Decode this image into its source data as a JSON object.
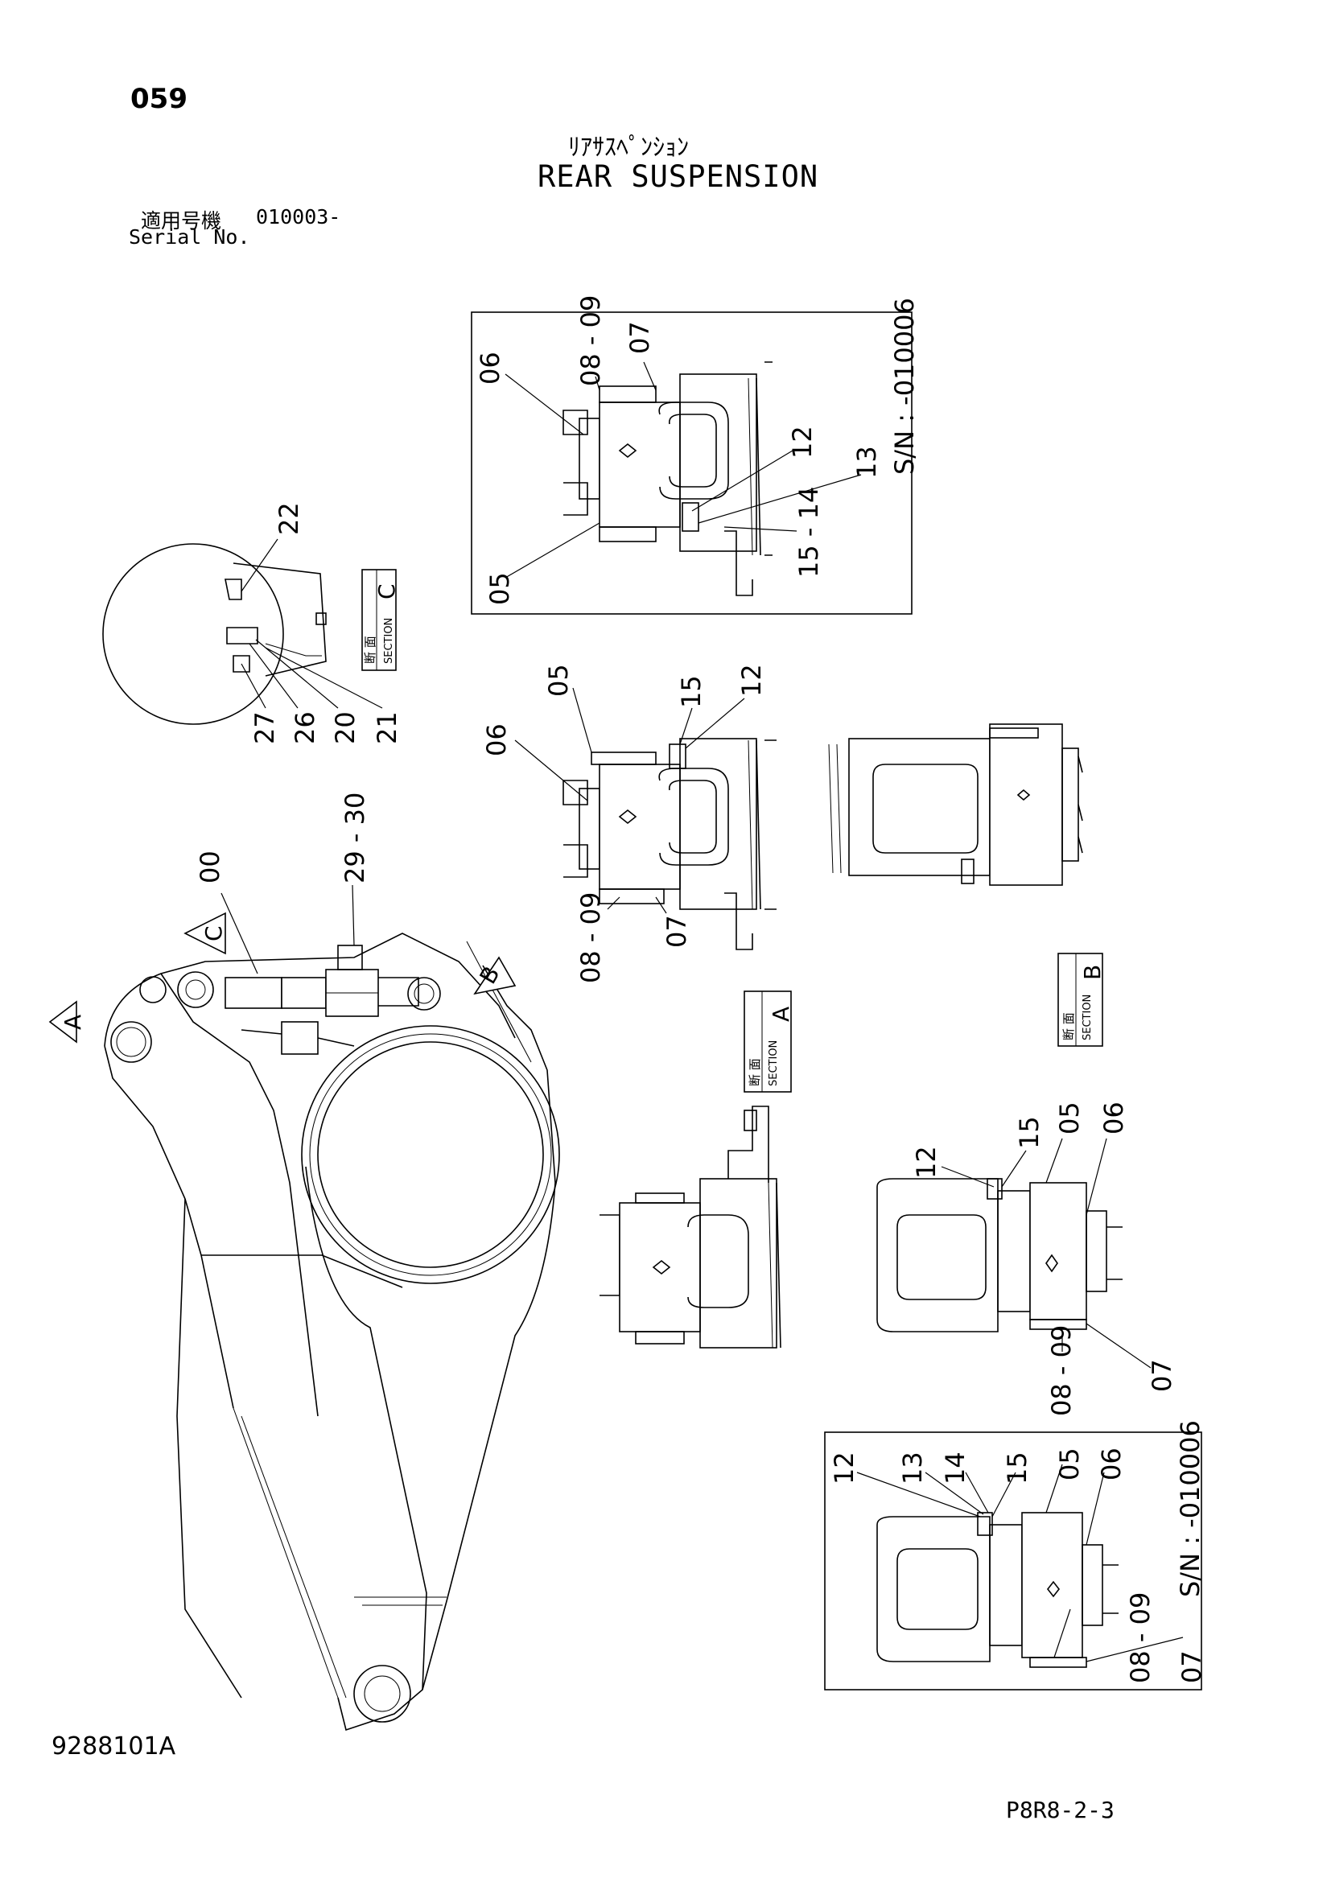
{
  "header": {
    "page_number": "059",
    "title_jp": "ﾘｱｻｽﾍﾟﾝｼｮﾝ",
    "title_en": "REAR SUSPENSION",
    "serial_label_jp": "適用号機",
    "serial_value": "010003-",
    "serial_label_en": "Serial No."
  },
  "footer": {
    "doc_code": "9288101A",
    "sheet_code": "P8R8-2-3"
  },
  "section_boxes": {
    "c": {
      "kanji": "断 面",
      "word": "SECTION",
      "letter": "C"
    },
    "a": {
      "kanji": "断 面",
      "word": "SECTION",
      "letter": "A"
    },
    "b": {
      "kanji": "断 面",
      "word": "SECTION",
      "letter": "B"
    }
  },
  "view_arrows": {
    "a": "A",
    "b": "B",
    "c": "C"
  },
  "inset_top": {
    "serial_note": "S/N : -010006",
    "labels": {
      "p06": "06",
      "p08_09": "08 - 09",
      "p07": "07",
      "p12": "12",
      "p13": "13",
      "p15_14": "15 - 14",
      "p05": "05"
    }
  },
  "inset_bottom": {
    "serial_note": "S/N : -010006",
    "labels": {
      "p12": "12",
      "p13": "13",
      "p14": "14",
      "p15": "15",
      "p05": "05",
      "p06": "06",
      "p08_09": "08 - 09",
      "p07": "07"
    }
  },
  "section_c_view": {
    "labels": {
      "p22": "22",
      "p27": "27",
      "p26": "26",
      "p20": "20",
      "p21": "21"
    }
  },
  "section_a_view": {
    "labels": {
      "p06": "06",
      "p05": "05",
      "p15": "15",
      "p12": "12",
      "p08_09": "08 - 09",
      "p07": "07"
    }
  },
  "main_view": {
    "labels": {
      "p00": "00",
      "p29_30": "29 - 30"
    }
  },
  "section_b_view": {
    "labels": {
      "p12": "12",
      "p15": "15",
      "p05": "05",
      "p06": "06",
      "p08_09": "08 - 09",
      "p07": "07"
    }
  }
}
